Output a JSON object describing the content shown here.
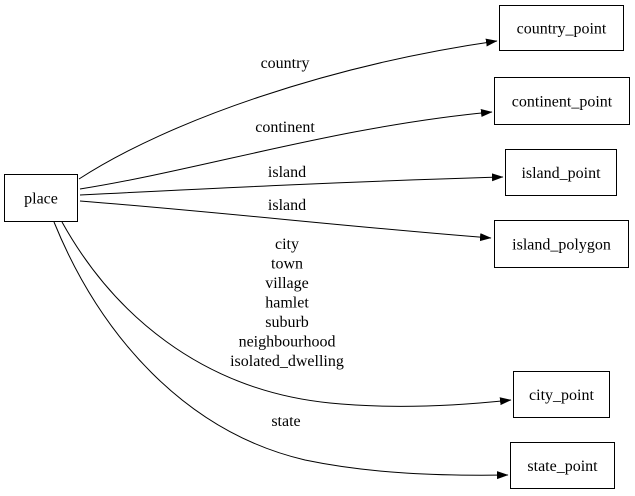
{
  "diagram": {
    "type": "directed-graph",
    "source": {
      "label": "place"
    },
    "edges": [
      {
        "label": "country",
        "target": "country_point"
      },
      {
        "label": "continent",
        "target": "continent_point"
      },
      {
        "label": "island",
        "target": "island_point"
      },
      {
        "label": "island",
        "target": "island_polygon"
      },
      {
        "label_lines": [
          "city",
          "town",
          "village",
          "hamlet",
          "suburb",
          "neighbourhood",
          "isolated_dwelling"
        ],
        "target": "city_point"
      },
      {
        "label": "state",
        "target": "state_point"
      }
    ],
    "colors": {
      "background": "#ffffff",
      "node_fill": "#ffffff",
      "node_border": "#000000",
      "edge_stroke": "#000000",
      "text": "#000000"
    }
  }
}
